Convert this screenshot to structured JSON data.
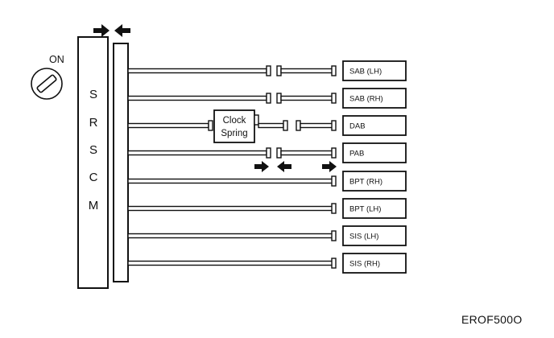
{
  "key_label": "ON",
  "module_letters": [
    "S",
    "R",
    "S",
    "C",
    "M"
  ],
  "clock_spring": [
    "Clock",
    "Spring"
  ],
  "components": [
    {
      "label": "SAB (LH)",
      "connectors": 2,
      "via_clock_spring": false,
      "arrow_row": false
    },
    {
      "label": "SAB (RH)",
      "connectors": 2,
      "via_clock_spring": false,
      "arrow_row": false
    },
    {
      "label": "DAB",
      "connectors": 2,
      "via_clock_spring": true,
      "arrow_row": false
    },
    {
      "label": "PAB",
      "connectors": 2,
      "via_clock_spring": false,
      "arrow_row": true
    },
    {
      "label": "BPT (RH)",
      "connectors": 0,
      "via_clock_spring": false,
      "arrow_row": false
    },
    {
      "label": "BPT (LH)",
      "connectors": 0,
      "via_clock_spring": false,
      "arrow_row": false
    },
    {
      "label": "SIS (LH)",
      "connectors": 0,
      "via_clock_spring": false,
      "arrow_row": false
    },
    {
      "label": "SIS (RH)",
      "connectors": 0,
      "via_clock_spring": false,
      "arrow_row": false
    }
  ],
  "figure_code": "EROF500O",
  "colors": {
    "line": "#111111",
    "background": "#ffffff"
  }
}
